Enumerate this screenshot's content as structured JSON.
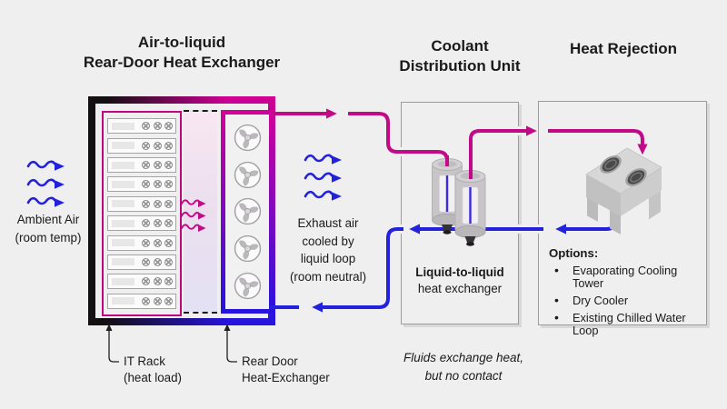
{
  "colors": {
    "hot": "#c00a87",
    "cold": "#2222dd",
    "background": "#f0eff0"
  },
  "titles": {
    "rdhx": "Air-to-liquid\nRear-Door Heat Exchanger",
    "cdu": "Coolant\nDistribution Unit",
    "heat_rejection": "Heat Rejection"
  },
  "labels": {
    "ambient_air": "Ambient Air\n(room temp)",
    "exhaust_air": "Exhaust air\ncooled by\nliquid loop\n(room neutral)",
    "hx_bold": "Liquid-to-liquid",
    "hx_rest": "heat exchanger",
    "note": "Fluids exchange heat,\nbut no contact",
    "it_rack": "IT Rack\n(heat load)",
    "rear_door": "Rear Door\nHeat-Exchanger",
    "options_title": "Options:"
  },
  "options": [
    "Evaporating Cooling Tower",
    "Dry Cooler",
    "Existing Chilled Water Loop"
  ],
  "rack": {
    "unit_count": 10,
    "vents_per_unit": 3
  },
  "rear_door": {
    "fan_count": 5
  },
  "airflow": {
    "ambient_arrows": 3,
    "exhaust_arrows": 3,
    "hot_air_arrows": 3
  }
}
